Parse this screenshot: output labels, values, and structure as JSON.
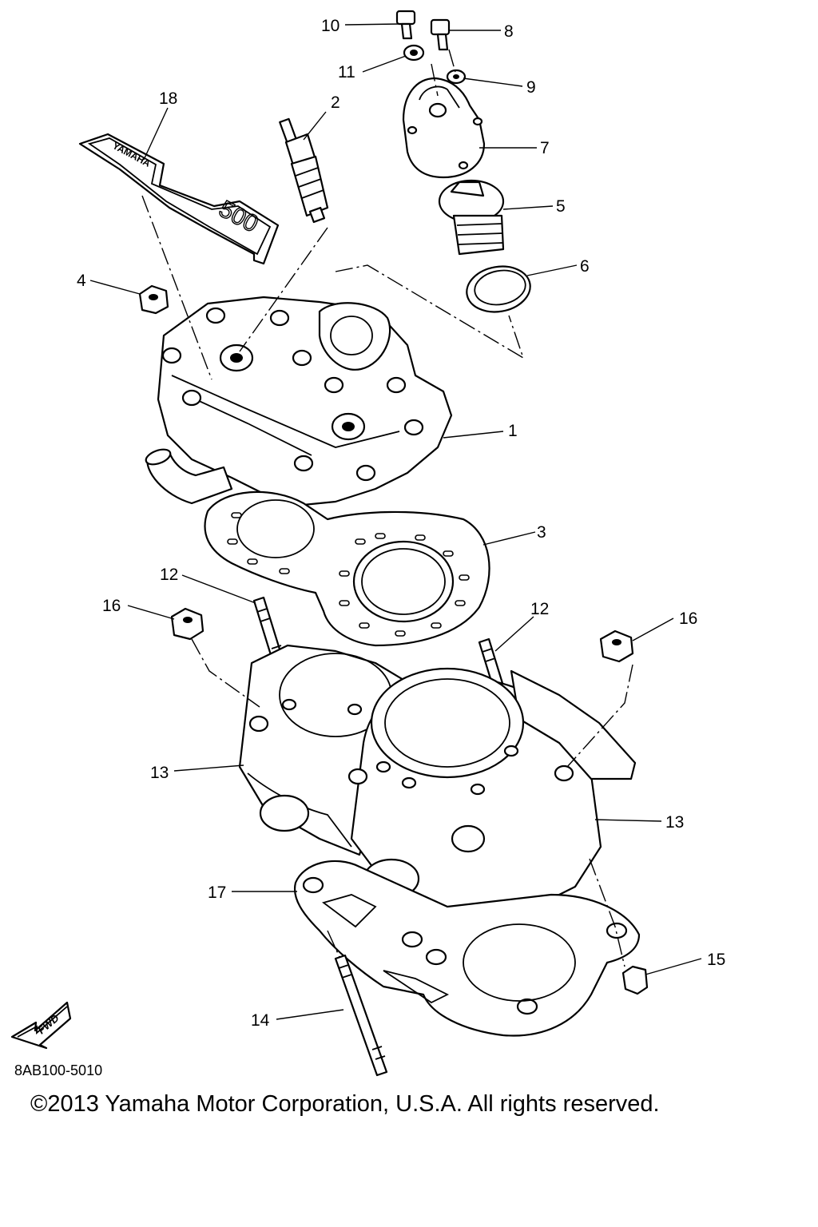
{
  "diagram": {
    "callouts": [
      "1",
      "2",
      "3",
      "4",
      "5",
      "6",
      "7",
      "8",
      "9",
      "10",
      "11",
      "12",
      "12",
      "13",
      "13",
      "14",
      "15",
      "16",
      "16",
      "17",
      "18"
    ],
    "decal_texts": [
      "YAMAHA",
      "500"
    ],
    "fwd_arrow_text": "FWD",
    "catalog_code": "8AB100-5010",
    "copyright": "©2013 Yamaha Motor Corporation, U.S.A. All rights reserved."
  }
}
